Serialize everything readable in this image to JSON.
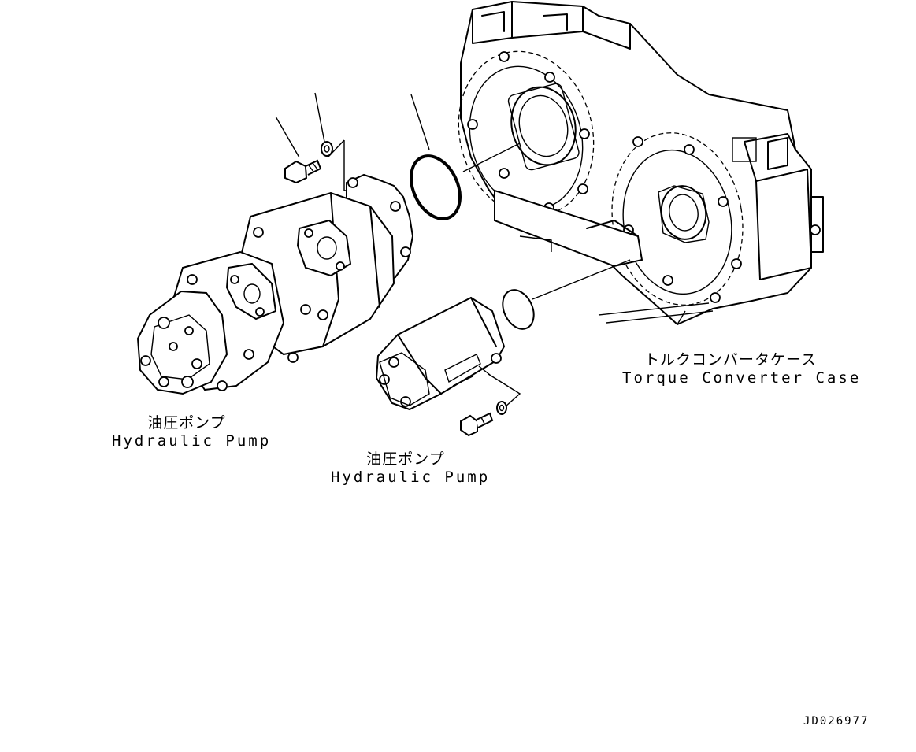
{
  "labels": {
    "pump_main_jp": "油圧ポンプ",
    "pump_main_en": "Hydraulic Pump",
    "pump_small_jp": "油圧ポンプ",
    "pump_small_en": "Hydraulic Pump",
    "torque_converter_jp": "トルクコンバータケース",
    "torque_converter_en": "Torque Converter Case"
  },
  "drawing_id": "JD026977"
}
